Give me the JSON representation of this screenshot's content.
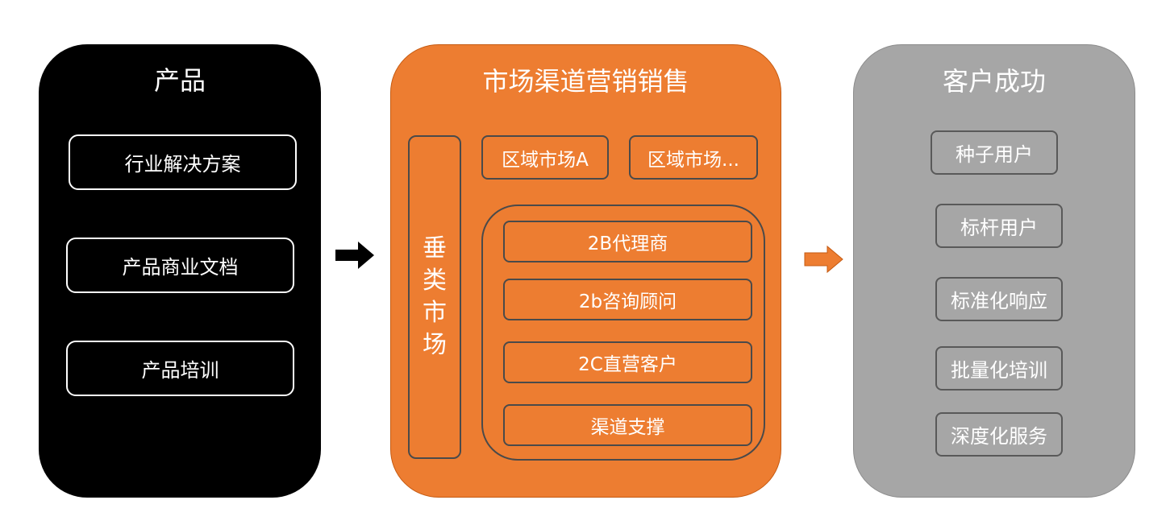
{
  "product": {
    "title": "产品",
    "items": [
      "行业解决方案",
      "产品商业文档",
      "产品培训"
    ]
  },
  "market": {
    "title": "市场渠道营销销售",
    "vertical": [
      "垂",
      "类",
      "市",
      "场"
    ],
    "regions": [
      "区域市场A",
      "区域市场..."
    ],
    "channels": [
      "2B代理商",
      "2b咨询顾问",
      "2C直营客户",
      "渠道支撑"
    ]
  },
  "customer": {
    "title": "客户成功",
    "items": [
      "种子用户",
      "标杆用户",
      "标准化响应",
      "批量化培训",
      "深度化服务"
    ]
  },
  "colors": {
    "product_bg": "#000000",
    "market_bg": "#ED7D31",
    "customer_bg": "#A6A6A6",
    "arrow_black": "#000000",
    "arrow_orange": "#ED7D31"
  }
}
